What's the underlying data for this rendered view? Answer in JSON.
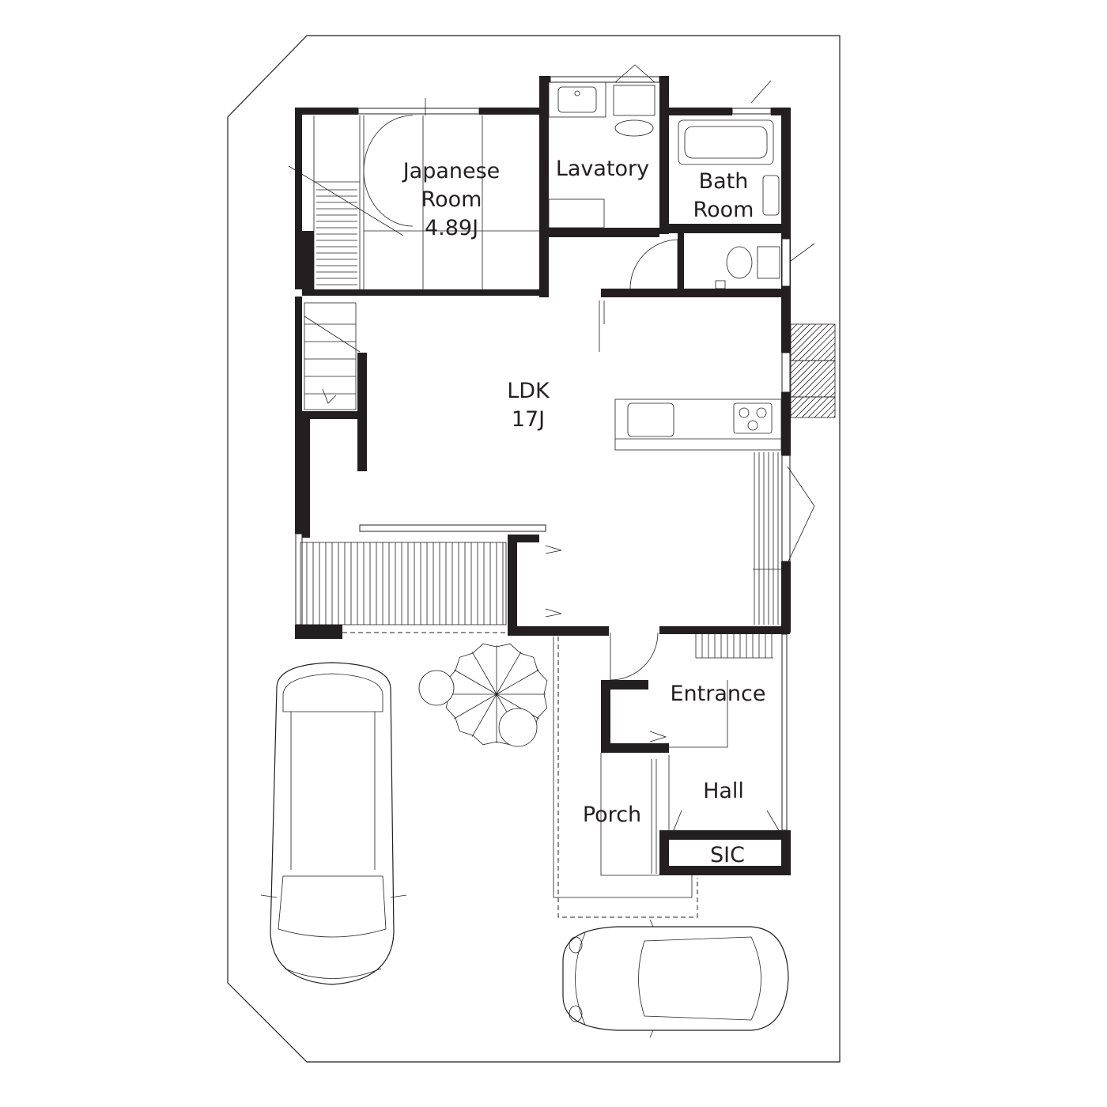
{
  "rooms": {
    "japanese_room": {
      "name_line1": "Japanese",
      "name_line2": "Room",
      "size": "4.89J"
    },
    "lavatory": {
      "name": "Lavatory"
    },
    "bath_room": {
      "name_line1": "Bath",
      "name_line2": "Room"
    },
    "ldk": {
      "name": "LDK",
      "size": "17J"
    },
    "entrance": {
      "name": "Entrance"
    },
    "hall": {
      "name": "Hall"
    },
    "porch": {
      "name": "Porch"
    },
    "sic": {
      "name": "SIC"
    }
  },
  "colors": {
    "wall": "#231f20",
    "background": "#ffffff"
  }
}
